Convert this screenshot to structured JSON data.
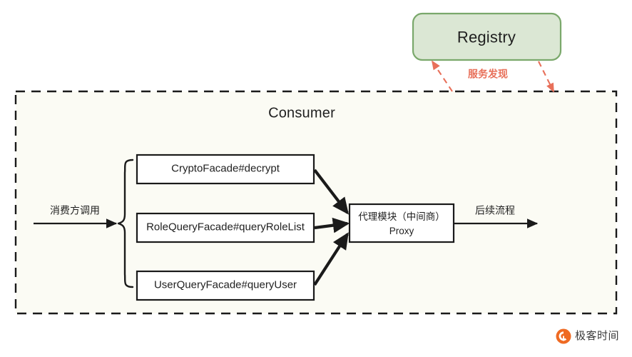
{
  "diagram": {
    "title_semantic": "consumer-proxy-registry-architecture",
    "registry": {
      "label": "Registry",
      "fill": "#dbe7d4",
      "stroke": "#7aa86b"
    },
    "consumer": {
      "label": "Consumer",
      "fill": "#fbfbf4",
      "stroke": "#1a1a1a"
    },
    "service_discovery": {
      "label": "服务发现",
      "color": "#e8705a"
    },
    "entry_flow": {
      "label": "消费方调用"
    },
    "exit_flow": {
      "label": "后续流程"
    },
    "facades": [
      {
        "label": "CryptoFacade#decrypt"
      },
      {
        "label": "RoleQueryFacade#queryRoleList"
      },
      {
        "label": "UserQueryFacade#queryUser"
      }
    ],
    "proxy": {
      "line1": "代理模块（中间商）",
      "line2": "Proxy"
    },
    "watermark": {
      "icon": "geektime-logo-icon",
      "label": "极客时间",
      "icon_color": "#ef6a22"
    }
  }
}
